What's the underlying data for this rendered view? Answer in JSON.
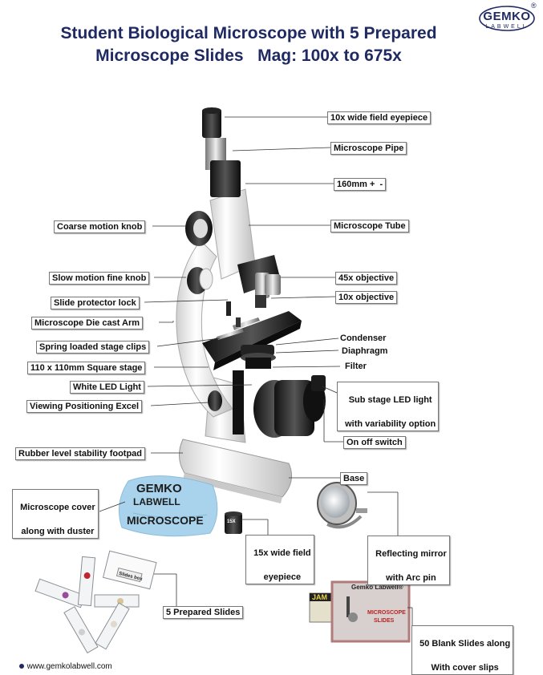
{
  "title": {
    "line1": "Student Biological Microscope with 5 Prepared",
    "line2": "Microscope Slides   Mag: 100x to 675x"
  },
  "logo": {
    "text": "GEMKO",
    "sub": "LABWELL",
    "reg": "®"
  },
  "labels": {
    "eyepiece_10x": "10x wide field eyepiece",
    "microscope_pipe": "Microscope Pipe",
    "length_160": "160mm +  -",
    "coarse_knob": "Coarse motion knob",
    "microscope_tube": "Microscope Tube",
    "fine_knob": "Slow motion fine knob",
    "objective_45x": "45x objective",
    "slide_lock": "Slide protector lock",
    "objective_10x": "10x objective",
    "die_cast_arm": "Microscope Die cast Arm",
    "stage_clips": "Spring loaded stage clips",
    "condenser": "Condenser",
    "diaphragm": "Diaphragm",
    "square_stage": "110 x 110mm Square stage",
    "filter": "Filter",
    "white_led": "White LED Light",
    "sub_stage_led_1": "Sub stage LED light",
    "sub_stage_led_2": "with variability option",
    "viewing_position": "Viewing Positioning Excel",
    "on_off_switch": "On off switch",
    "footpad": "Rubber level stability footpad",
    "base": "Base",
    "cover_1": "Microscope cover",
    "cover_2": "along with duster",
    "eyepiece_15x_1": "15x wide field",
    "eyepiece_15x_2": "eyepiece",
    "mirror_1": "Reflecting mirror",
    "mirror_2": "with Arc pin",
    "prepared_slides": "5 Prepared Slides",
    "blank_slides_1": "50 Blank Slides along",
    "blank_slides_2": "With cover slips"
  },
  "cover_print": {
    "line1": "GEMKO",
    "line2": "LABWELL",
    "line3": "MICROSCOPE"
  },
  "box_print": {
    "brand": "Gemko Labwell®",
    "product_1": "MICROSCOPE",
    "product_2": "SLIDES"
  },
  "jam_print": {
    "text": "JAM"
  },
  "eyepiece_print": {
    "text": "15X"
  },
  "slides_box_print": {
    "text": "Slides box"
  },
  "footer": {
    "url": "www.gemkolabwell.com"
  },
  "colors": {
    "title": "#1f2a63",
    "label_text": "#111111",
    "leader_line": "#333333",
    "cover": "#a9d3ec",
    "box": "#d7d0cf"
  }
}
